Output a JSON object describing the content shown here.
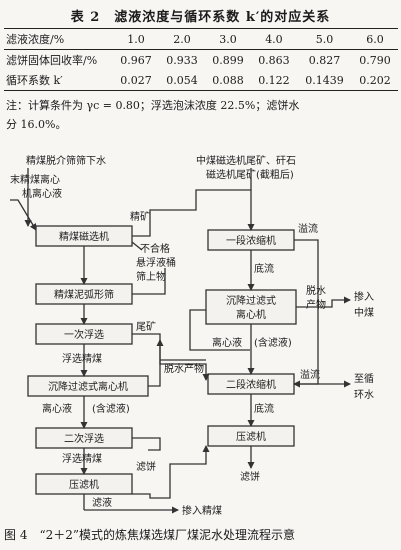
{
  "table": {
    "caption": "表 2　滤液浓度与循环系数 k′的对应关系",
    "row_labels": [
      "滤液浓度/%",
      "滤饼固体回收率/%",
      "循环系数 k′"
    ],
    "concentration": [
      "1.0",
      "2.0",
      "3.0",
      "4.0",
      "5.0",
      "6.0"
    ],
    "recovery": [
      "0.967",
      "0.933",
      "0.899",
      "0.863",
      "0.827",
      "0.790"
    ],
    "k": [
      "0.027",
      "0.054",
      "0.088",
      "0.122",
      "0.1439",
      "0.202"
    ]
  },
  "note": {
    "line1": "注：计算条件为 γc = 0.80；浮选泡沫浓度 22.5%；滤饼水",
    "line2": "分 16.0%。"
  },
  "flow": {
    "in1": "精煤脱介筛筛下水",
    "in2a": "末精煤离心",
    "in2b": "机离心液",
    "in3a": "中煤磁选机尾矿、矸石",
    "in3b": "磁选机尾矿(截粗后)",
    "b1": "精煤磁选机",
    "b2": "精煤泥弧形筛",
    "b3": "一次浮选",
    "b4": "沉降过滤式离心机",
    "b5": "二次浮选",
    "b6": "压滤机",
    "r1": "一段浓缩机",
    "r2a": "沉降过滤式",
    "r2b": "离心机",
    "r3": "二段浓缩机",
    "r4": "压滤机",
    "l_jingkuang": "精矿",
    "l_buhege1": "不合格",
    "l_buhege2": "悬浮液桶",
    "l_shaiduan": "筛上物",
    "l_weikuang": "尾矿",
    "l_fuxuan1": "浮选精煤",
    "l_lixin1": "离心液",
    "l_hanlv1": "(含滤液)",
    "l_fuxuan2": "浮选精煤",
    "l_lvbing1": "滤饼",
    "l_lvye": "滤液",
    "l_rujing": "掺入精煤",
    "l_tuoshui": "脱水产物",
    "l_yiliu1": "溢流",
    "l_diliu1": "底流",
    "l_tuoshui2a": "脱水",
    "l_tuoshui2b": "产物",
    "l_ruzhong1": "掺入",
    "l_ruzhong2": "中煤",
    "l_lixin2": "离心液",
    "l_hanlv2": "(含滤液)",
    "l_yiliu2": "溢流",
    "l_zhixun1": "至循",
    "l_zhixun2": "环水",
    "l_diliu2": "底流",
    "l_lvbing2": "滤饼"
  },
  "figure_caption": "图 4　“2＋2”模式的炼焦煤选煤厂煤泥水处理流程示意"
}
